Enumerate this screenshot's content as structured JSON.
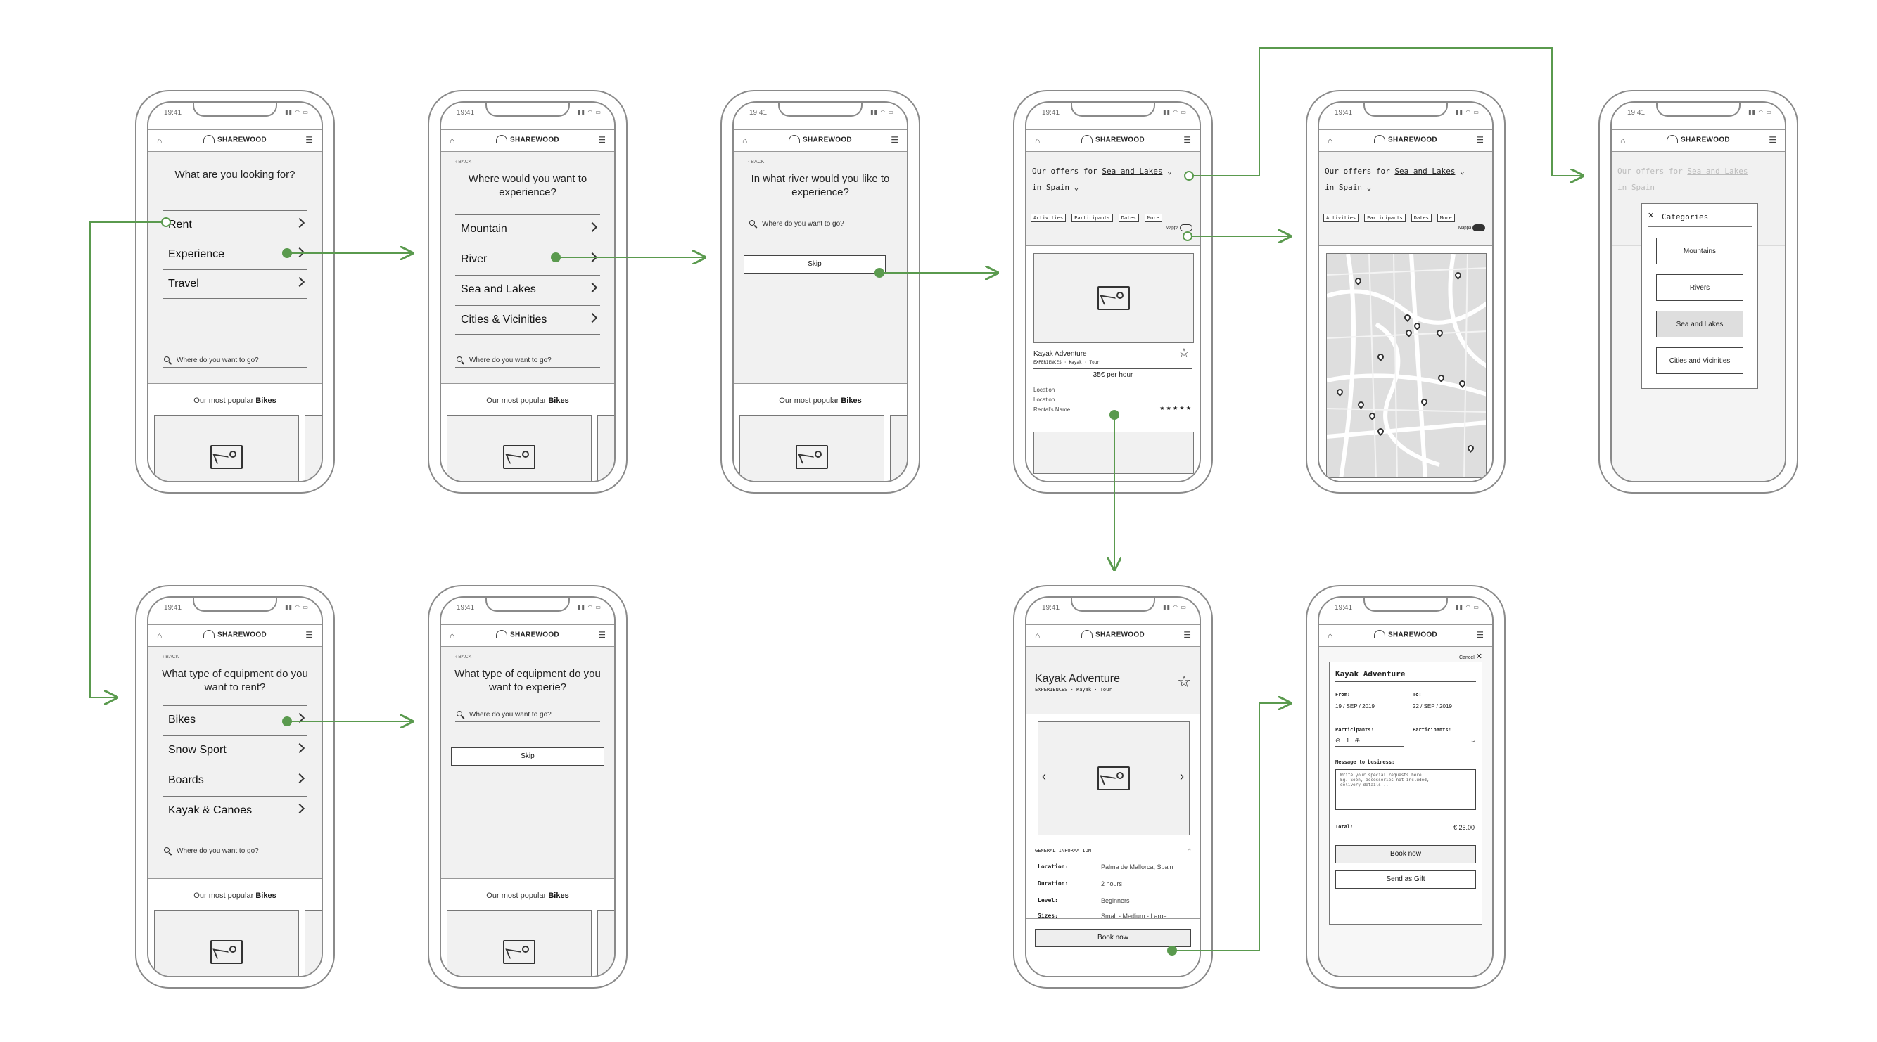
{
  "common": {
    "time": "19:41",
    "brand": "SHAREWOOD",
    "search_placeholder": "Where do you want to go?",
    "popular_prefix": "Our most popular",
    "popular_highlight": "Bikes",
    "back": "BACK",
    "skip": "Skip"
  },
  "screen1": {
    "title": "What are you looking for?",
    "options": [
      "Rent",
      "Experience",
      "Travel"
    ]
  },
  "screen2": {
    "title": "Where would you want to experience?",
    "options": [
      "Mountain",
      "River",
      "Sea and Lakes",
      "Cities & Vicinities"
    ]
  },
  "screen3": {
    "title": "In what river would you like to experience?"
  },
  "screen4": {
    "offers_prefix": "Our offers for",
    "offers_value": "Sea and Lakes",
    "in_prefix": "in",
    "in_value": "Spain",
    "chips": [
      "Activities",
      "Participants",
      "Dates",
      "More"
    ],
    "map_toggle": "Mappa",
    "item_title": "Kayak Adventure",
    "item_tags": "EXPERIENCES  ·  Kayak  ·  Tour",
    "price": "35€ per hour",
    "location1": "Location",
    "location2": "Location",
    "rental": "Rental's Name",
    "stars": "★ ★ ★ ★ ★"
  },
  "screen6": {
    "categories_title": "Categories",
    "categories": [
      "Mountains",
      "Rivers",
      "Sea and Lakes",
      "Cities and Vicinities"
    ]
  },
  "screen7": {
    "title": "What type of equipment do you want to rent?",
    "options": [
      "Bikes",
      "Snow Sport",
      "Boards",
      "Kayak & Canoes"
    ]
  },
  "screen8": {
    "title": "What type of equipment do you want to experie?"
  },
  "screen9": {
    "title": "Kayak Adventure",
    "tags": "EXPERIENCES  ·  Kayak  ·  Tour",
    "section": "GENERAL INFORMATION",
    "rows": [
      {
        "k": "Location:",
        "v": "Palma de Mallorca, Spain"
      },
      {
        "k": "Duration:",
        "v": "2 hours"
      },
      {
        "k": "Level:",
        "v": "Beginners"
      },
      {
        "k": "Sizes:",
        "v": "Small - Medium - Large"
      }
    ],
    "book_now": "Book now"
  },
  "screen10": {
    "cancel": "Cancel",
    "title": "Kayak Adventure",
    "from_label": "From:",
    "to_label": "To:",
    "from_value": "19 / SEP / 2019",
    "to_value": "22 / SEP / 2019",
    "participants_label": "Participants:",
    "participants_label2": "Participants:",
    "participants_value": "1",
    "message_label": "Message to business:",
    "message_placeholder": "Write your special requests here.\nEg. Soon, accessories not included,\ndelivery details...",
    "total_label": "Total:",
    "total_value": "€ 25.00",
    "book_now": "Book now",
    "send_gift": "Send as Gift"
  },
  "colors": {
    "flow": "#5a9a4e",
    "wire": "#8a8a8a",
    "panel": "#f1f1f1"
  }
}
